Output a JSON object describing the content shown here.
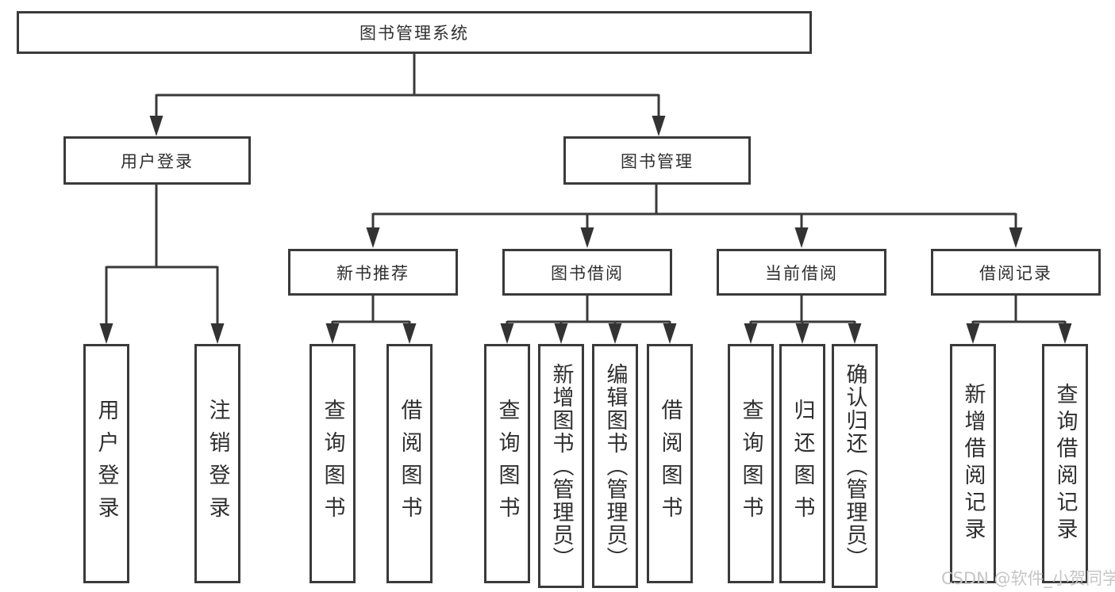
{
  "diagram": {
    "root": {
      "label": "图书管理系统"
    },
    "level2": {
      "user_login": {
        "label": "用户登录"
      },
      "book_mgmt": {
        "label": "图书管理"
      }
    },
    "level3": {
      "new_book": {
        "label": "新书推荐"
      },
      "book_borrow": {
        "label": "图书借阅"
      },
      "current_borrow": {
        "label": "当前借阅"
      },
      "borrow_records": {
        "label": "借阅记录"
      }
    },
    "leaves": {
      "user_login": {
        "label": "用户登录"
      },
      "logout": {
        "label": "注销登录"
      },
      "newbook_query": {
        "label": "查询图书"
      },
      "newbook_borrow": {
        "label": "借阅图书"
      },
      "borrow_query": {
        "label": "查询图书"
      },
      "borrow_add": {
        "label": "新增图书（管理员）"
      },
      "borrow_edit": {
        "label": "编辑图书（管理员）"
      },
      "borrow_lend": {
        "label": "借阅图书"
      },
      "current_query": {
        "label": "查询图书"
      },
      "current_return": {
        "label": "归还图书"
      },
      "current_confirm": {
        "label": "确认归还（管理员）"
      },
      "records_add": {
        "label": "新增借阅记录"
      },
      "records_query": {
        "label": "查询借阅记录"
      }
    }
  },
  "watermark": {
    "text": "CSDN @软件_小贺同学"
  },
  "colors": {
    "line": "#3a3a3a",
    "text": "#2f2f2f",
    "watermark": "#c6c6c6",
    "background": "#ffffff"
  }
}
